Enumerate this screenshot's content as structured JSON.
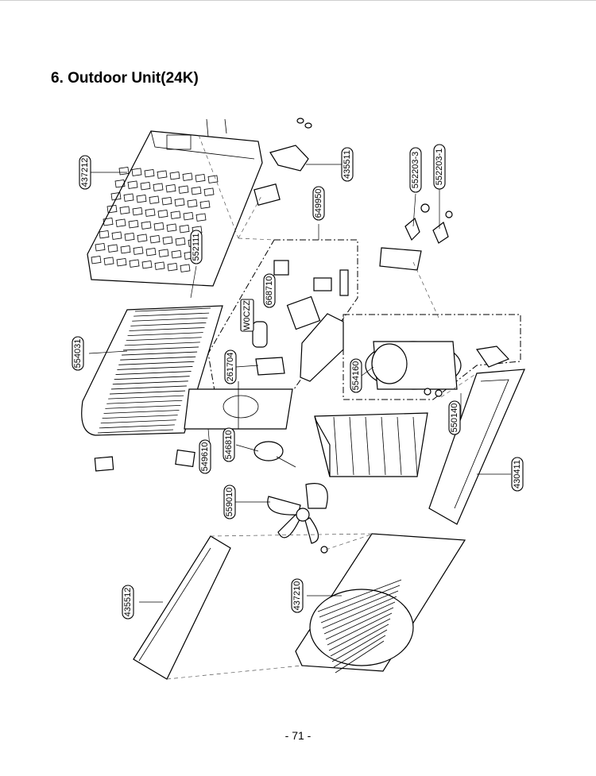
{
  "document": {
    "title": "6. Outdoor Unit(24K)",
    "page_number": "- 71 -"
  },
  "callouts": [
    {
      "id": "c-437212",
      "label": "437212"
    },
    {
      "id": "c-435511",
      "label": "435511"
    },
    {
      "id": "c-552203-3",
      "label": "552203-3"
    },
    {
      "id": "c-552203-1",
      "label": "552203-1"
    },
    {
      "id": "c-649950",
      "label": "649950"
    },
    {
      "id": "c-552111",
      "label": "552111"
    },
    {
      "id": "c-668710",
      "label": "668710"
    },
    {
      "id": "c-w0czz",
      "label": "W0CZZ"
    },
    {
      "id": "c-554031",
      "label": "554031"
    },
    {
      "id": "c-261704",
      "label": "261704"
    },
    {
      "id": "c-554160",
      "label": "554160"
    },
    {
      "id": "c-546810",
      "label": "546810"
    },
    {
      "id": "c-550140",
      "label": "550140"
    },
    {
      "id": "c-549610",
      "label": "549610"
    },
    {
      "id": "c-430411",
      "label": "430411"
    },
    {
      "id": "c-559010",
      "label": "559010"
    },
    {
      "id": "c-435512",
      "label": "435512"
    },
    {
      "id": "c-437210",
      "label": "437210"
    }
  ]
}
